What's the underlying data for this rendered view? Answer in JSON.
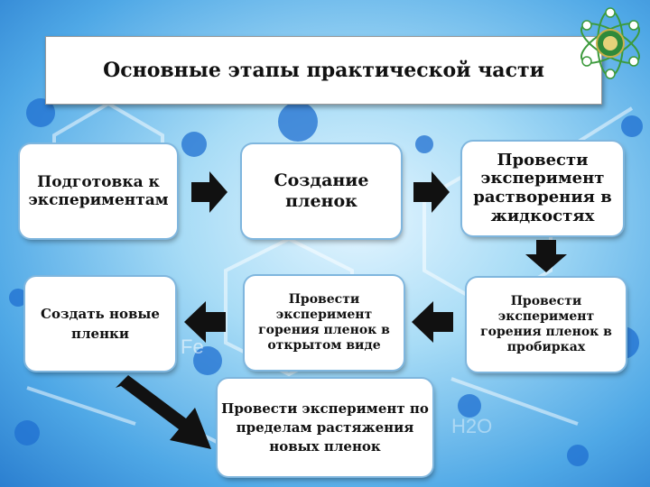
{
  "title": "Основные этапы практической части",
  "nodes": {
    "prep": "Подготовка к экспериментам",
    "create_films": "Создание пленок",
    "dissolve": "Провести эксперимент растворения в жидкостях",
    "burn_tubes": "Провести эксперимент горения пленок в пробирках",
    "burn_open": "Провести эксперимент горения пленок в открытом виде",
    "new_films": "Создать новые пленки",
    "stretch": "Провести эксперимент по пределам растяжения новых пленок"
  },
  "background_labels": {
    "fe": "Fe",
    "h2o": "H2O"
  },
  "colors": {
    "accent_blue": "#2b7fd0",
    "node_border": "#7fb6de",
    "arrow": "#111111"
  }
}
